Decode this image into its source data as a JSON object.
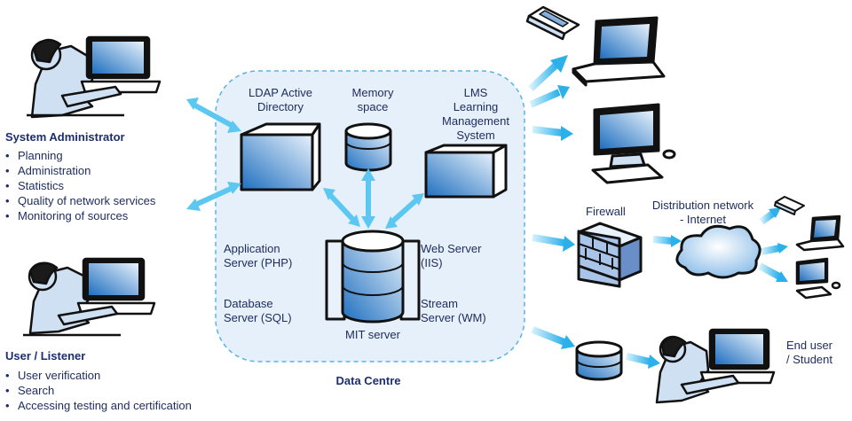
{
  "data_centre": {
    "title": "Data Centre",
    "ldap": [
      "LDAP Active",
      "Directory"
    ],
    "memory": [
      "Memory",
      "space"
    ],
    "lms": [
      "LMS",
      "Learning",
      "Management",
      "System"
    ],
    "app_server": [
      "Application",
      "Server (PHP)"
    ],
    "db_server": [
      "Database",
      "Server (SQL)"
    ],
    "web_server": [
      "Web Server",
      "(IIS)"
    ],
    "stream_server": [
      "Stream",
      "Server (WM)"
    ],
    "mit_server": "MIT server"
  },
  "admin": {
    "title": "System Administrator",
    "items": [
      "Planning",
      "Administration",
      "Statistics",
      "Quality of network services",
      "Monitoring of sources"
    ]
  },
  "user": {
    "title": "User / Listener",
    "items": [
      "User verification",
      "Search",
      "Accessing testing and certification"
    ]
  },
  "network": {
    "firewall": "Firewall",
    "distribution": [
      "Distribution network",
      "- Internet"
    ],
    "end_user": [
      "End user",
      "/ Student"
    ]
  },
  "colors": {
    "outline": "#1a1a1a",
    "fill": "#cfe0f3",
    "accent": "#2b8fd6",
    "arrow": "#5cc8f2",
    "text": "#1d2b5e"
  }
}
